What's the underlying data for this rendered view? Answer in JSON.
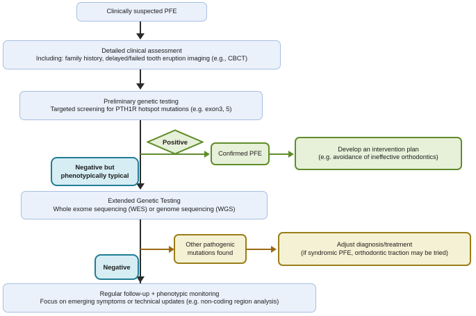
{
  "diagram": {
    "title": "PFE diagnostic and management flowchart",
    "colors": {
      "blue_fill": "#eaf1fb",
      "blue_border": "#a8bee0",
      "teal_fill": "#d6edf4",
      "teal_border": "#1f7d94",
      "green_fill": "#e7f0d9",
      "green_border": "#5f8c2a",
      "olive_fill": "#f4f1d4",
      "olive_border": "#9b7d18",
      "arrow_dark": "#2b2b2b",
      "background": "#ffffff"
    }
  },
  "nodes": {
    "suspected": {
      "line1": "Clinically suspected PFE",
      "line2": "",
      "type": "process"
    },
    "assessment": {
      "line1": "Detailed clinical assessment",
      "line2": "Including: family history, delayed/failed tooth eruption imaging (e.g., CBCT)",
      "type": "process"
    },
    "preliminary": {
      "line1": "Preliminary genetic testing",
      "line2": "Targeted screening for PTH1R hotspot mutations (e.g. exon3, 5)",
      "type": "process"
    },
    "positive_decision": {
      "label": "Positive",
      "type": "decision"
    },
    "confirmed": {
      "line1": "Confirmed PFE",
      "line2": "",
      "type": "outcome"
    },
    "intervention": {
      "line1": "Develop an intervention plan",
      "line2": "(e.g. avoidance of ineffective orthodontics)",
      "type": "outcome"
    },
    "negative_typical": {
      "line1": "Negative but",
      "line2": "phenotypically typical",
      "type": "condition"
    },
    "extended": {
      "line1": "Extended Genetic Testing",
      "line2": "Whole exome sequencing (WES) or genome sequencing (WGS)",
      "type": "process"
    },
    "other_mutations": {
      "line1": "Other pathogenic",
      "line2": "mutations found",
      "type": "alt-outcome"
    },
    "adjust": {
      "line1": "Adjust diagnosis/treatment",
      "line2": "(if syndromic PFE, orthodontic traction may be tried)",
      "type": "alt-outcome"
    },
    "negative": {
      "line1": "Negative",
      "line2": "",
      "type": "condition"
    },
    "followup": {
      "line1": "Regular follow-up + phenotypic monitoring",
      "line2": "Focus on emerging symptoms or technical updates (e.g. non-coding region analysis)",
      "type": "process"
    }
  }
}
